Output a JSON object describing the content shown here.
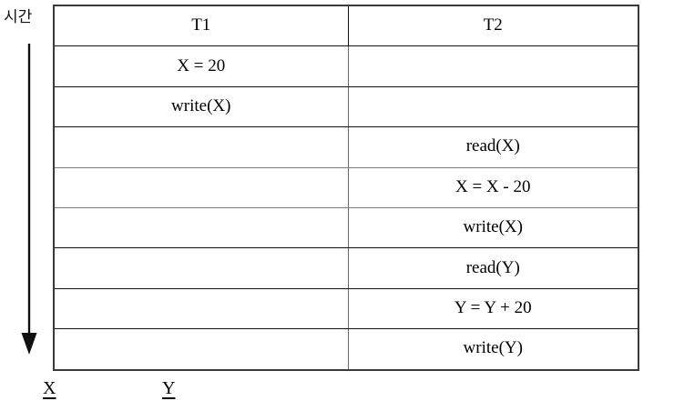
{
  "diagram": {
    "kind": "transaction-schedule",
    "time_axis": {
      "label": "시간",
      "arrow_icon": "down-arrow-icon",
      "direction": "down"
    },
    "table": {
      "headers": [
        "T1",
        "T2"
      ],
      "rows": [
        {
          "t1": "X = 20",
          "t2": "",
          "separator": "black"
        },
        {
          "t1": "write(X)",
          "t2": "",
          "separator": "black"
        },
        {
          "t1": "",
          "t2": "read(X)",
          "separator": "gray"
        },
        {
          "t1": "",
          "t2": "X = X - 20",
          "separator": "gray"
        },
        {
          "t1": "",
          "t2": "write(X)",
          "separator": "gray"
        },
        {
          "t1": "",
          "t2": "read(Y)",
          "separator": "black"
        },
        {
          "t1": "",
          "t2": "Y = Y + 20",
          "separator": "black"
        },
        {
          "t1": "",
          "t2": "write(Y)",
          "separator": "black"
        }
      ]
    },
    "legend": {
      "variables": [
        {
          "name": "X"
        },
        {
          "name": "Y"
        }
      ]
    },
    "colors": {
      "border_outer": "#3a3a3a",
      "border_row_black": "#111111",
      "border_row_gray": "#7d7d7d",
      "text": "#000000",
      "background": "#ffffff"
    }
  }
}
